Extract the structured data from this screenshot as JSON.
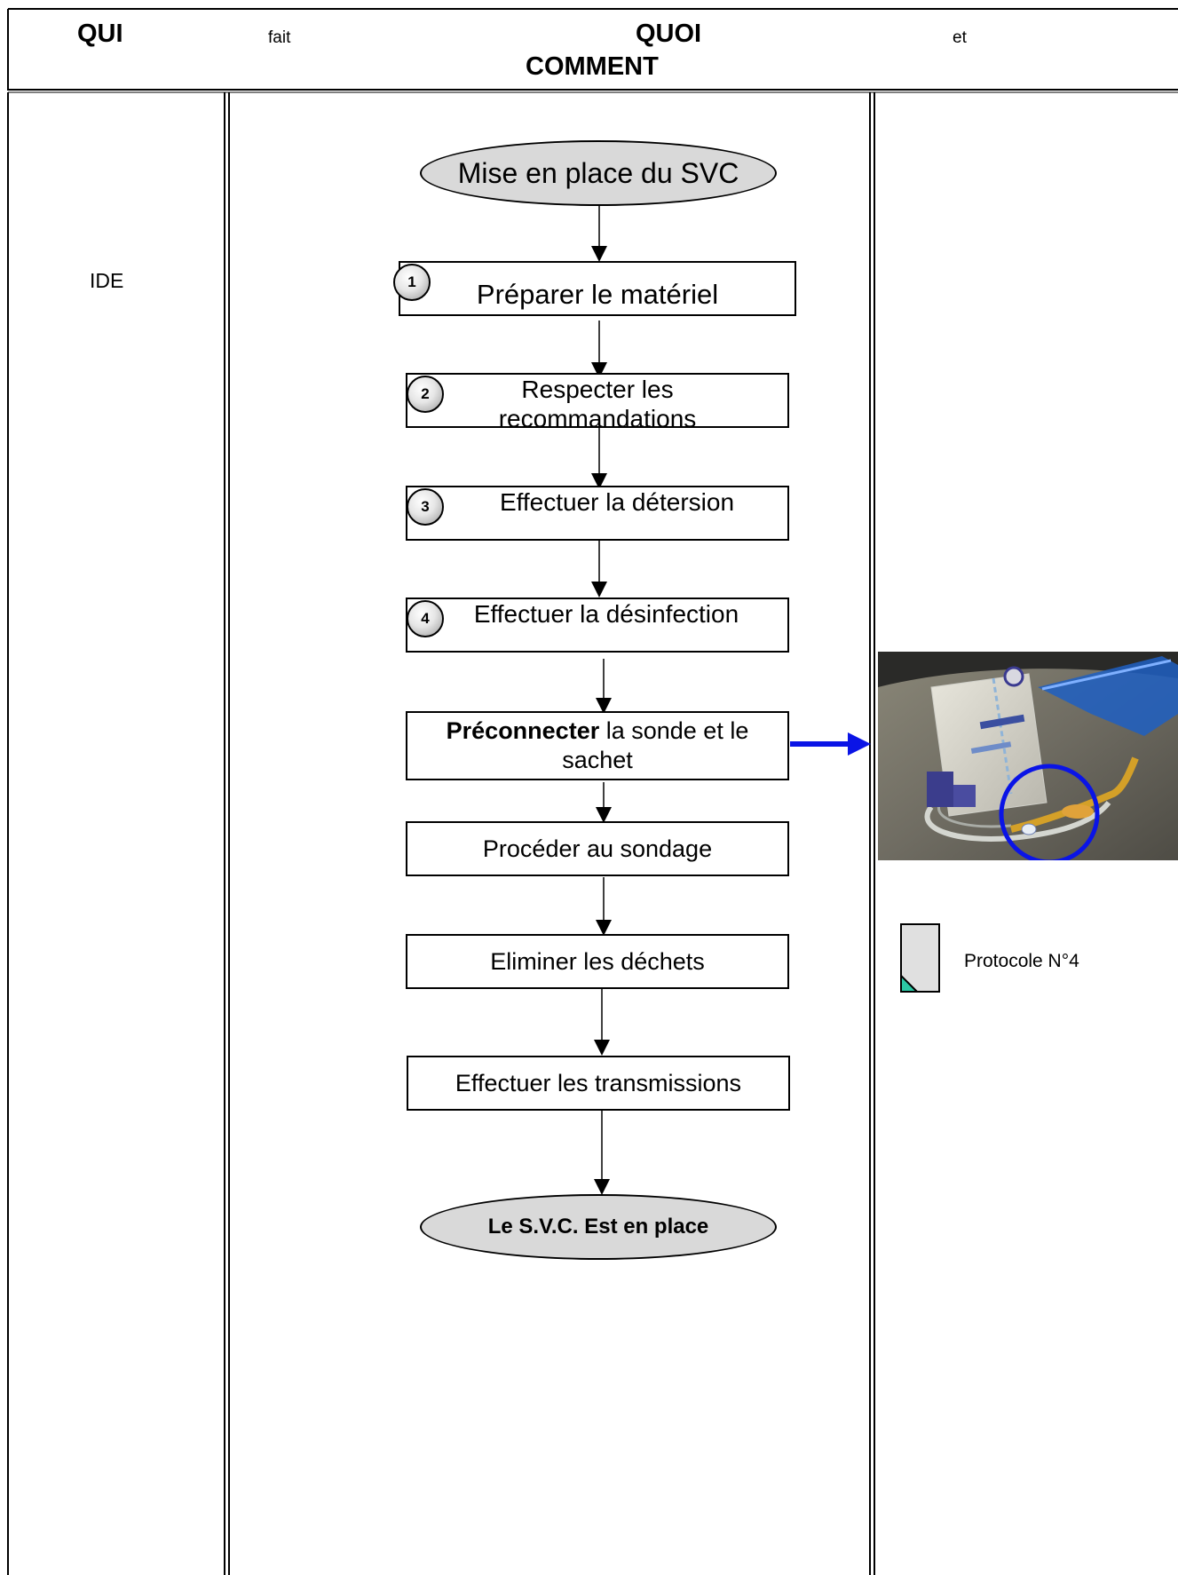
{
  "header": {
    "qui": "QUI",
    "fait": "fait",
    "quoi": "QUOI",
    "et": "et",
    "comment": "COMMENT"
  },
  "lane": {
    "role": "IDE"
  },
  "flow": {
    "start": "Mise en place du SVC",
    "steps": [
      {
        "badge": "1",
        "label": "Préparer le matériel"
      },
      {
        "badge": "2",
        "label": "Respecter les recommandations"
      },
      {
        "badge": "3",
        "label": "Effectuer la détersion"
      },
      {
        "badge": "4",
        "label": "Effectuer la désinfection"
      },
      {
        "label_bold": "Préconnecter",
        "label_rest": " la sonde et le sachet"
      },
      {
        "label": "Procéder au sondage"
      },
      {
        "label": "Eliminer les déchets"
      },
      {
        "label": "Effectuer les transmissions"
      }
    ],
    "end": "Le S.V.C. Est en place"
  },
  "side": {
    "document_label": "Protocole N°4"
  },
  "colors": {
    "arrow_blue": "#0a14e6",
    "oval_fill": "#d9d9d9",
    "doc_fill": "#e0e0e0",
    "doc_corner": "#2cc7a4"
  }
}
